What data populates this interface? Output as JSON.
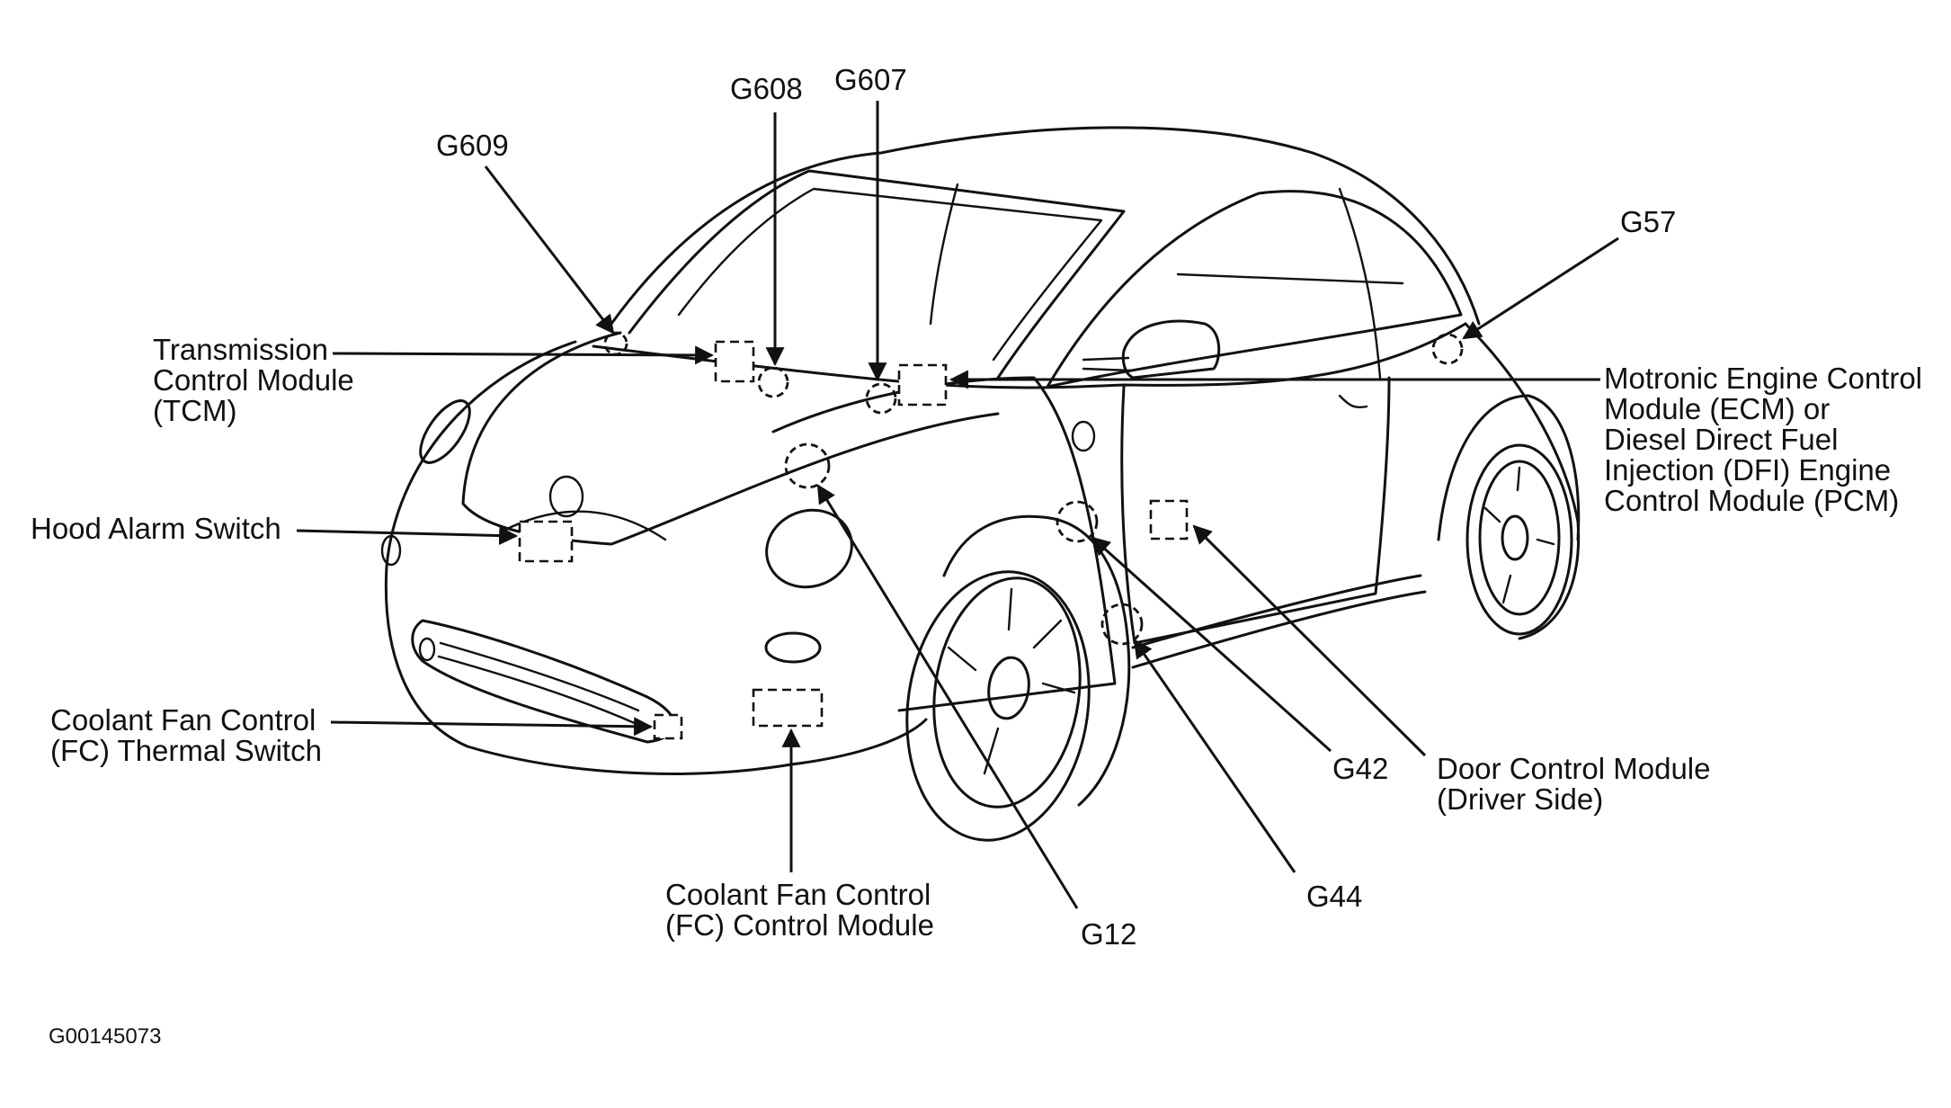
{
  "labels": {
    "g609": "G609",
    "g608": "G608",
    "g607": "G607",
    "g57": "G57",
    "g42": "G42",
    "g44": "G44",
    "g12": "G12",
    "tcm": [
      "Transmission",
      "Control Module",
      "(TCM)"
    ],
    "hood_alarm": "Hood Alarm Switch",
    "fc_thermal": [
      "Coolant Fan Control",
      "(FC) Thermal Switch"
    ],
    "fc_module": [
      "Coolant Fan Control",
      "(FC) Control Module"
    ],
    "ecm": [
      "Motronic Engine Control",
      "Module (ECM) or",
      "Diesel Direct Fuel",
      "Injection (DFI) Engine",
      "Control Module (PCM)"
    ],
    "door_module": [
      "Door Control Module",
      "(Driver Side)"
    ]
  },
  "figure_id": "G00145073",
  "colors": {
    "ink": "#111111",
    "background": "#ffffff"
  }
}
